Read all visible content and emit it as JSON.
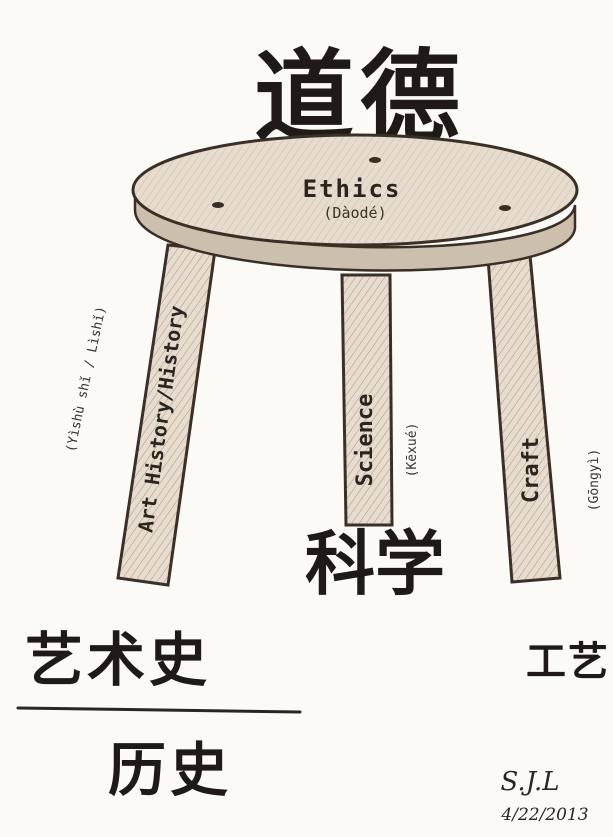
{
  "top": {
    "hanzi": "道德"
  },
  "seat": {
    "label": "Ethics",
    "pinyin": "(Dàodé)"
  },
  "legs": {
    "left": {
      "label": "Art History/History",
      "pinyin": "(Yìshù shǐ / Lìshǐ)"
    },
    "middle": {
      "label": "Science",
      "pinyin": "(Kēxué)"
    },
    "right": {
      "label": "Craft",
      "pinyin": "(Gōngyì)"
    }
  },
  "bottom": {
    "art_history_hanzi": "艺术史",
    "history_hanzi": "历史",
    "science_hanzi": "科学",
    "craft_hanzi": "工艺"
  },
  "signature": {
    "initials": "S.J.L",
    "date": "4/22/2013"
  }
}
